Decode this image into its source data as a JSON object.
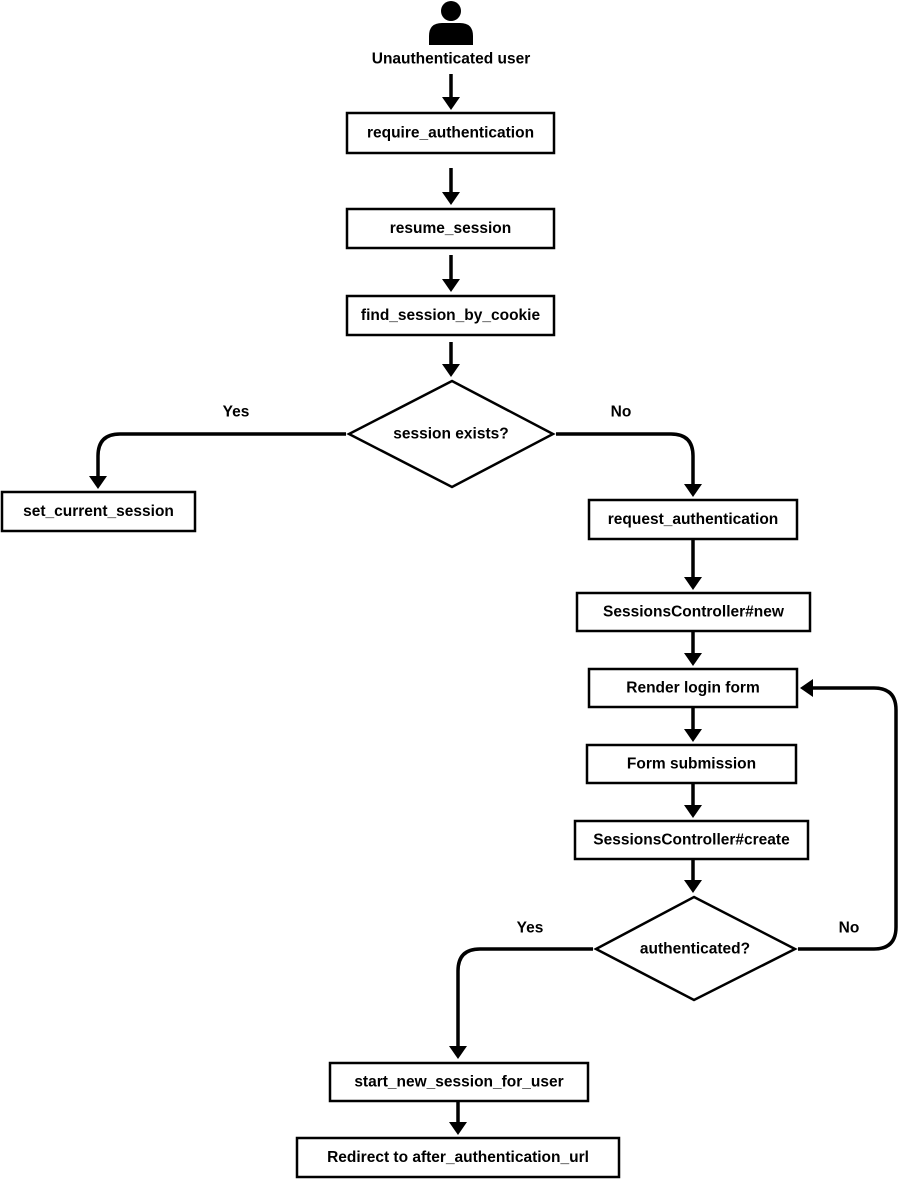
{
  "diagram": {
    "start": {
      "icon": "user-icon",
      "label": "Unauthenticated user"
    },
    "nodes": {
      "require_authentication": "require_authentication",
      "resume_session": "resume_session",
      "find_session_by_cookie": "find_session_by_cookie",
      "session_exists": "session exists?",
      "set_current_session": "set_current_session",
      "request_authentication": "request_authentication",
      "sessions_new": "SessionsController#new",
      "render_login_form": "Render login form",
      "form_submission": "Form submission",
      "sessions_create": "SessionsController#create",
      "authenticated": "authenticated?",
      "start_new_session": "start_new_session_for_user",
      "redirect": "Redirect to after_authentication_url"
    },
    "edges": {
      "session_yes": "Yes",
      "session_no": "No",
      "auth_yes": "Yes",
      "auth_no": "No"
    },
    "colors": {
      "stroke": "#000000",
      "fill": "#ffffff"
    }
  }
}
